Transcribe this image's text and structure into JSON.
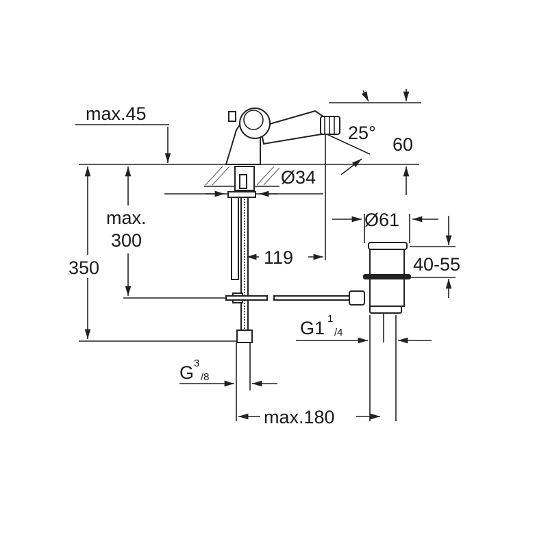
{
  "diagram": {
    "title": "Bidet mixer dimension drawing",
    "labels": {
      "max45": "max.45",
      "d350": "350",
      "max300_a": "max.",
      "max300_b": "300",
      "d34": "Ø34",
      "angle25": "25°",
      "d60": "60",
      "d119": "119",
      "d61": "Ø61",
      "d4055": "40-55",
      "g114_main": "G1",
      "g114_num": "1",
      "g114_den": "/4",
      "g38_main": "G",
      "g38_num": "3",
      "g38_den": "/8",
      "max180": "max.180"
    }
  }
}
